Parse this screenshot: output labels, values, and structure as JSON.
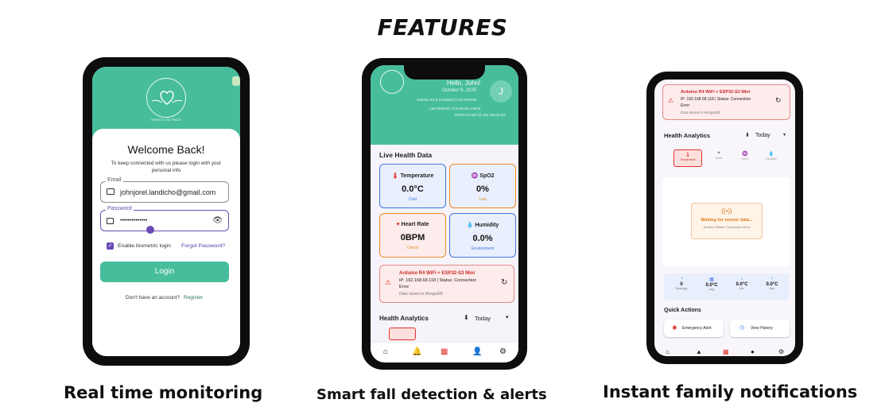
{
  "heading": "FEATURES",
  "captions": {
    "left": "Real time monitoring",
    "center": "Smart fall detection & alerts",
    "right": "Instant family notifications"
  },
  "login": {
    "title": "Welcome Back!",
    "subtitle_line1": "To keep connected with us please login with your",
    "subtitle_line2": "personal info",
    "email_label": "Email",
    "email_value": "johnjorel.landicho@gmail.com",
    "password_label": "Password",
    "password_value": "••••••••••••••",
    "biometric_label": "Enable biometric login",
    "forgot_label": "Forgot Password?",
    "login_button": "Login",
    "no_account": "Don't have an account?",
    "register": "Register",
    "brand_text": "HEARTS ON TRACK"
  },
  "dashboard": {
    "greeting": "Hello, John!",
    "date": "October 9, 2025",
    "status_line": "Arduino R4 ● CONNECTION ERROR",
    "refresh_line": "Last Refresh: Connection Failed",
    "sub_line": "ESP32-S3 Mini @ 192.168.68.118",
    "avatar": "J",
    "live_title": "Live Health Data",
    "tiles": [
      {
        "title": "Temperature",
        "value": "0.0°C",
        "status": "Cold"
      },
      {
        "title": "SpO2",
        "value": "0%",
        "status": "Low"
      },
      {
        "title": "Heart Rate",
        "value": "0BPM",
        "status": "Check"
      },
      {
        "title": "Humidity",
        "value": "0.0%",
        "status": "Environment"
      }
    ],
    "device_title": "Arduino R4 WiFi + ESP32-S3 Mini",
    "device_info_1": "IP: 192.168.68.118 | Status: Connection",
    "device_info_2": "Error",
    "device_note": "Data stored in MongoDB",
    "analytics_title": "Health Analytics",
    "analytics_period": "Today",
    "nav": [
      "Home",
      "Alerts",
      "Dashboard",
      "Profile",
      "Settings"
    ]
  },
  "analytics": {
    "device_title": "Arduino R4 WiFi + ESP32-S3 Mini",
    "device_info_1": "IP: 192.168.68.118 | Status: Connection",
    "device_info_2": "Error",
    "device_note": "Data stored in MongoDB",
    "title": "Health Analytics",
    "period": "Today",
    "tabs": [
      "Temperature",
      "Heart",
      "SpO2",
      "Humidity"
    ],
    "waiting": "Waiting for sensor data...",
    "waiting_sub": "Arduino Status: Connection Error",
    "stats": [
      {
        "value": "0",
        "label": "Readings"
      },
      {
        "value": "0.0°C",
        "label": "Avg"
      },
      {
        "value": "0.0°C",
        "label": "Min"
      },
      {
        "value": "0.0°C",
        "label": "Max"
      }
    ],
    "quick_actions": "Quick Actions",
    "emergency": "Emergency Alert",
    "history": "View History"
  },
  "colors": {
    "accent": "#47bd9c",
    "alert": "#e0312b",
    "purple": "#6a4cb4"
  }
}
